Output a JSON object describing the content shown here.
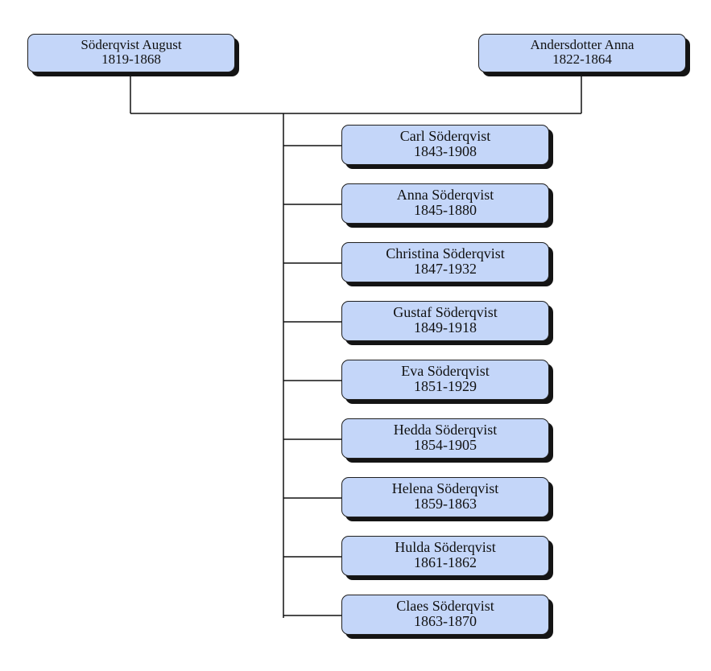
{
  "parents": [
    {
      "name": "Söderqvist August",
      "years": "1819-1868"
    },
    {
      "name": "Andersdotter Anna",
      "years": "1822-1864"
    }
  ],
  "children": [
    {
      "name": "Carl Söderqvist",
      "years": "1843-1908"
    },
    {
      "name": "Anna Söderqvist",
      "years": "1845-1880"
    },
    {
      "name": "Christina Söderqvist",
      "years": "1847-1932"
    },
    {
      "name": "Gustaf Söderqvist",
      "years": "1849-1918"
    },
    {
      "name": "Eva Söderqvist",
      "years": "1851-1929"
    },
    {
      "name": "Hedda Söderqvist",
      "years": "1854-1905"
    },
    {
      "name": "Helena Söderqvist",
      "years": "1859-1863"
    },
    {
      "name": "Hulda Söderqvist",
      "years": "1861-1862"
    },
    {
      "name": "Claes Söderqvist",
      "years": "1863-1870"
    }
  ]
}
